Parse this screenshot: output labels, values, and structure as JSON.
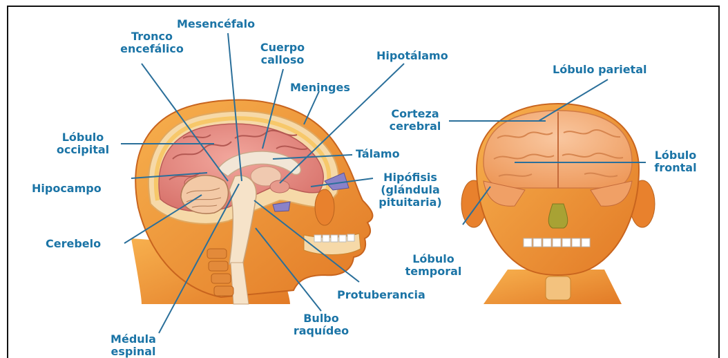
{
  "labels": {
    "mesencefalo": "Mesencéfalo",
    "tronco_1": "Tronco",
    "tronco_2": "encefálico",
    "cuerpo_1": "Cuerpo",
    "cuerpo_2": "calloso",
    "hipotalamo": "Hipotálamo",
    "meninges": "Meninges",
    "lobulo_parietal": "Lóbulo parietal",
    "corteza_1": "Corteza",
    "corteza_2": "cerebral",
    "occipital_1": "Lóbulo",
    "occipital_2": "occipital",
    "talamo": "Tálamo",
    "frontal_1": "Lóbulo",
    "frontal_2": "frontal",
    "hipocampo": "Hipocampo",
    "hipofisis_1": "Hipófisis",
    "hipofisis_2": "(glándula",
    "hipofisis_3": "pituitaria)",
    "cerebelo": "Cerebelo",
    "temporal_1": "Lóbulo",
    "temporal_2": "temporal",
    "protuberancia": "Protuberancia",
    "bulbo_1": "Bulbo",
    "bulbo_2": "raquídeo",
    "medula_1": "Médula",
    "medula_2": "espinal"
  },
  "colors": {
    "label_text": "#1b74a6",
    "leader_line": "#2a6f9a",
    "skin": "#f39a3c",
    "skin_dark": "#d9742a",
    "brain": "#e98a7f",
    "brain_dark": "#c85f5a",
    "bone": "#f6d9a8",
    "membrane": "#f7c86a",
    "pituitary": "#8a82c8"
  }
}
